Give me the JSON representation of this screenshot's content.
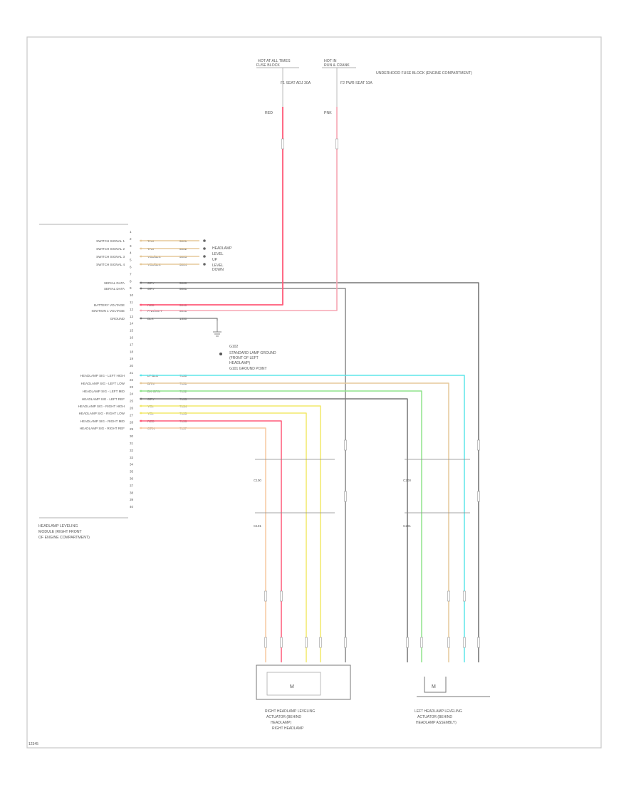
{
  "page": {
    "footer_code": "12345"
  },
  "top_fuses": {
    "left_label": "HOT AT ALL TIMES",
    "left_sub": "FUSE BLOCK",
    "right_label": "HOT IN",
    "right_sub": "RUN & CRANK",
    "fuse_a": "F1 SEAT ADJ 30A",
    "fuse_b": "F2 PWR SEAT 10A",
    "note": "UNDERHOOD FUSE BLOCK (ENGINE COMPARTMENT)",
    "left_wire_code": "RED",
    "right_wire_code": "PNK"
  },
  "module": {
    "name_line1": "HEADLAMP LEVELING",
    "name_line2": "MODULE (RIGHT FRONT",
    "name_line3": "OF ENGINE COMPARTMENT)",
    "pins": [
      "1",
      "2",
      "3",
      "4",
      "5",
      "6",
      "7",
      "8",
      "9",
      "10",
      "11",
      "12",
      "13",
      "14",
      "15",
      "16",
      "17",
      "18",
      "19",
      "20",
      "21",
      "22",
      "23",
      "24",
      "25",
      "26",
      "27",
      "28",
      "29",
      "30",
      "31",
      "32",
      "33",
      "34",
      "35",
      "36",
      "37",
      "38",
      "39",
      "40"
    ],
    "signals": [
      {
        "label": "SWITCH SIGNAL 1",
        "color": "TAN",
        "circuit": "5001"
      },
      {
        "label": "SWITCH SIGNAL 2",
        "color": "TAN",
        "circuit": "5002"
      },
      {
        "label": "SWITCH SIGNAL 3",
        "color": "YEL/BLK",
        "circuit": "5003"
      },
      {
        "label": "SWITCH SIGNAL 4",
        "color": "YEL/BLK",
        "circuit": "5004"
      },
      {
        "label": "SERIAL DATA",
        "color": "GRY",
        "circuit": "5060"
      },
      {
        "label": "SERIAL DATA",
        "color": "GRY",
        "circuit": "5061"
      },
      {
        "label": "BATTERY VOLTAGE",
        "color": "RED",
        "circuit": "5040"
      },
      {
        "label": "IGNITION 1 VOLTAGE",
        "color": "PNK/WHT",
        "circuit": "5041"
      },
      {
        "label": "GROUND",
        "color": "BLK",
        "circuit": "1550"
      },
      {
        "label": "HEADLAMP SIG - LEFT HIGH",
        "color": "LT BLU",
        "circuit": "7130"
      },
      {
        "label": "HEADLAMP SIG - LEFT LOW",
        "color": "BRN",
        "circuit": "7131"
      },
      {
        "label": "HEADLAMP SIG - LEFT MID",
        "color": "DK GRN",
        "circuit": "7132"
      },
      {
        "label": "HEADLAMP SIG - LEFT REF",
        "color": "GRY",
        "circuit": "7133"
      },
      {
        "label": "HEADLAMP SIG - RIGHT HIGH",
        "color": "YEL",
        "circuit": "7134"
      },
      {
        "label": "HEADLAMP SIG - RIGHT LOW",
        "color": "YEL",
        "circuit": "7135"
      },
      {
        "label": "HEADLAMP SIG - RIGHT MID",
        "color": "RED",
        "circuit": "7136"
      },
      {
        "label": "HEADLAMP SIG - RIGHT REF",
        "color": "ORN",
        "circuit": "7137"
      }
    ]
  },
  "switch_notes": {
    "up": "HEADLAMP",
    "up2": "LEVEL",
    "up3": "UP",
    "down": "LEVEL",
    "down2": "DOWN"
  },
  "legend": {
    "title": "G102",
    "line1": "STANDARD LAMP GROUND",
    "line2": "(FRONT OF LEFT",
    "line3": "HEADLAMP)",
    "line4": "G101 GROUND POINT"
  },
  "connector_notes": {
    "c1": "C100",
    "c2": "C101",
    "c3": "C200",
    "c4": "C201"
  },
  "actuators": {
    "right_line1": "RIGHT HEADLAMP LEVELING",
    "right_line2": "ACTUATOR (BEHIND",
    "right_line3": "HEADLAMP)",
    "right_line4": "RIGHT HEADLAMP",
    "left_line1": "LEFT HEADLAMP LEVELING",
    "left_line2": "ACTUATOR (BEHIND",
    "left_line3": "HEADLAMP ASSEMBLY)",
    "motor_label": "M"
  },
  "colors": {
    "red": "#ff5a78",
    "pink": "#f7a6b4",
    "cyan": "#5fe5ea",
    "tan": "#e6c99a",
    "yellow": "#f2e86a",
    "green": "#8fe38c",
    "gray": "#777777",
    "orange": "#f7c9a0"
  }
}
